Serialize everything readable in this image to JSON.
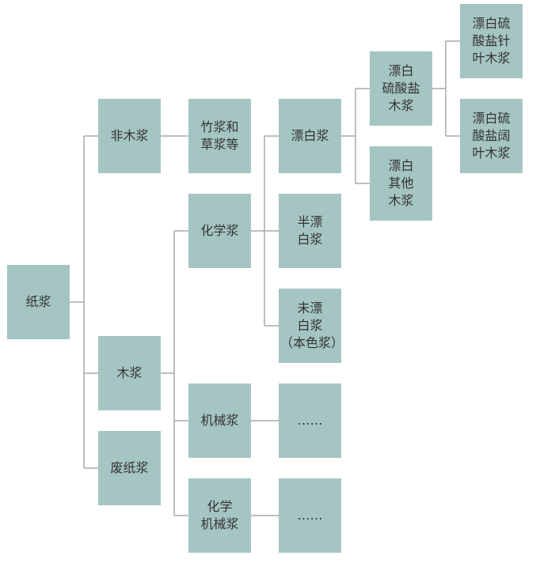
{
  "diagram": {
    "colors": {
      "node_fill": "#a5c5c3",
      "node_text": "#333333",
      "connector": "#a9a9a9"
    },
    "nodes": {
      "paper_pulp": "纸浆",
      "non_wood_pulp": "非木浆",
      "wood_pulp": "木浆",
      "waste_paper_pulp": "废纸浆",
      "bamboo_grass_pulp": "竹浆和\n草浆等",
      "chemical_pulp": "化学浆",
      "mechanical_pulp": "机械浆",
      "chemi_mechanical_pulp": "化学\n机械浆",
      "bleached_pulp": "漂白浆",
      "semi_bleached_pulp": "半漂\n白浆",
      "unbleached_pulp": "未漂\n白浆\n（本色浆）",
      "mechanical_more": "……",
      "chemi_mechanical_more": "……",
      "bleached_sulfate_wood_pulp": "漂白\n硫酸盐\n木浆",
      "bleached_other_wood_pulp": "漂白\n其他\n木浆",
      "bleached_sulfate_softwood_pulp": "漂白硫\n酸盐针\n叶木浆",
      "bleached_sulfate_hardwood_pulp": "漂白硫\n酸盐阔\n叶木浆"
    }
  }
}
